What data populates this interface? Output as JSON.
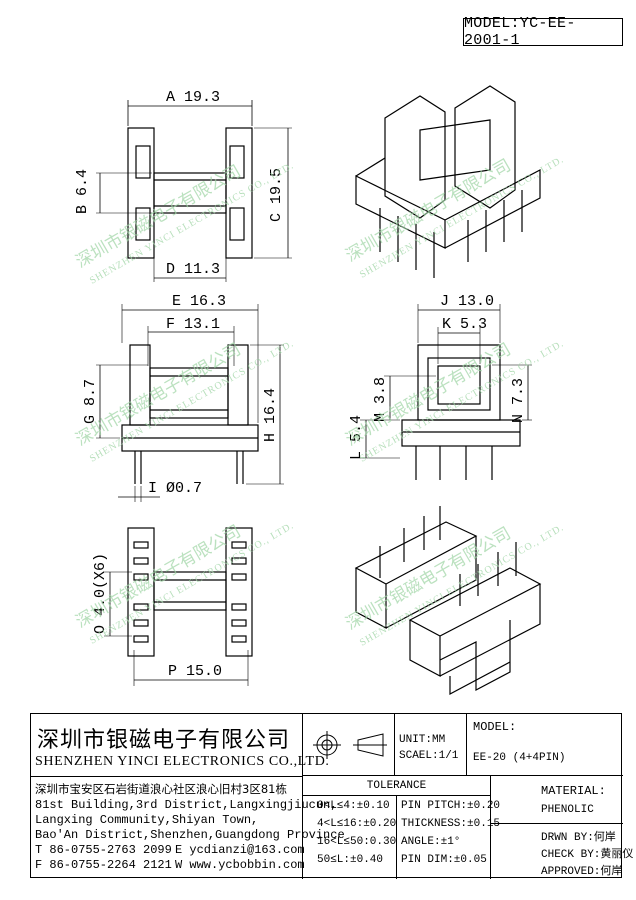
{
  "model_label": "MODEL:YC-EE-2001-1",
  "dimensions": {
    "A": "A 19.3",
    "B": "B 6.4",
    "C": "C 19.5",
    "D": "D 11.3",
    "E": "E 16.3",
    "F": "F 13.1",
    "G": "G 8.7",
    "H": "H 16.4",
    "I": "I Ø0.7",
    "J": "J 13.0",
    "K": "K 5.3",
    "M": "M 3.8",
    "N": "N 7.3",
    "L": "L 5.4",
    "O": "O 4.0(X6)",
    "P": "P 15.0"
  },
  "watermark": {
    "cn": "深圳市银磁电子有限公司",
    "en": "SHENZHEN YINCI ELECTRONICS CO., LTD."
  },
  "title_block": {
    "company_cn": "深圳市银磁电子有限公司",
    "company_en": "SHENZHEN YINCI ELECTRONICS CO.,LTD.",
    "address_cn": "深圳市宝安区石岩街道浪心社区浪心旧村3区81栋",
    "address_en_1": "81st Building,3rd District,Langxingjiucun,",
    "address_en_2": "Langxing Community,Shiyan Town,",
    "address_en_3": "Bao'An District,Shenzhen,Guangdong Province",
    "tel": "T 86-0755-2763 2099",
    "fax": "F 86-0755-2264 2121",
    "email": "E ycdianzi@163.com",
    "web": "W www.ycbobbin.com",
    "unit": "UNIT:MM",
    "scale": "SCAEL:1/1",
    "model_head": "MODEL:",
    "model_value": "EE-20 (4+4PIN)",
    "material_head": "MATERIAL:",
    "material_value": "PHENOLIC",
    "tolerance_head": "TOLERANCE",
    "tol": [
      "0<L≤4:±0.10",
      "4<L≤16:±0.20",
      "16<L≤50:0.30",
      "50≤L:±0.40"
    ],
    "pin": [
      "PIN PITCH:±0.20",
      "THICKNESS:±0.15",
      "ANGLE:±1°",
      "PIN DIM:±0.05"
    ],
    "drawn": "DRWN BY:何岸",
    "check": "CHECK BY:黄丽仪",
    "approved": "APPROVED:何岸"
  }
}
